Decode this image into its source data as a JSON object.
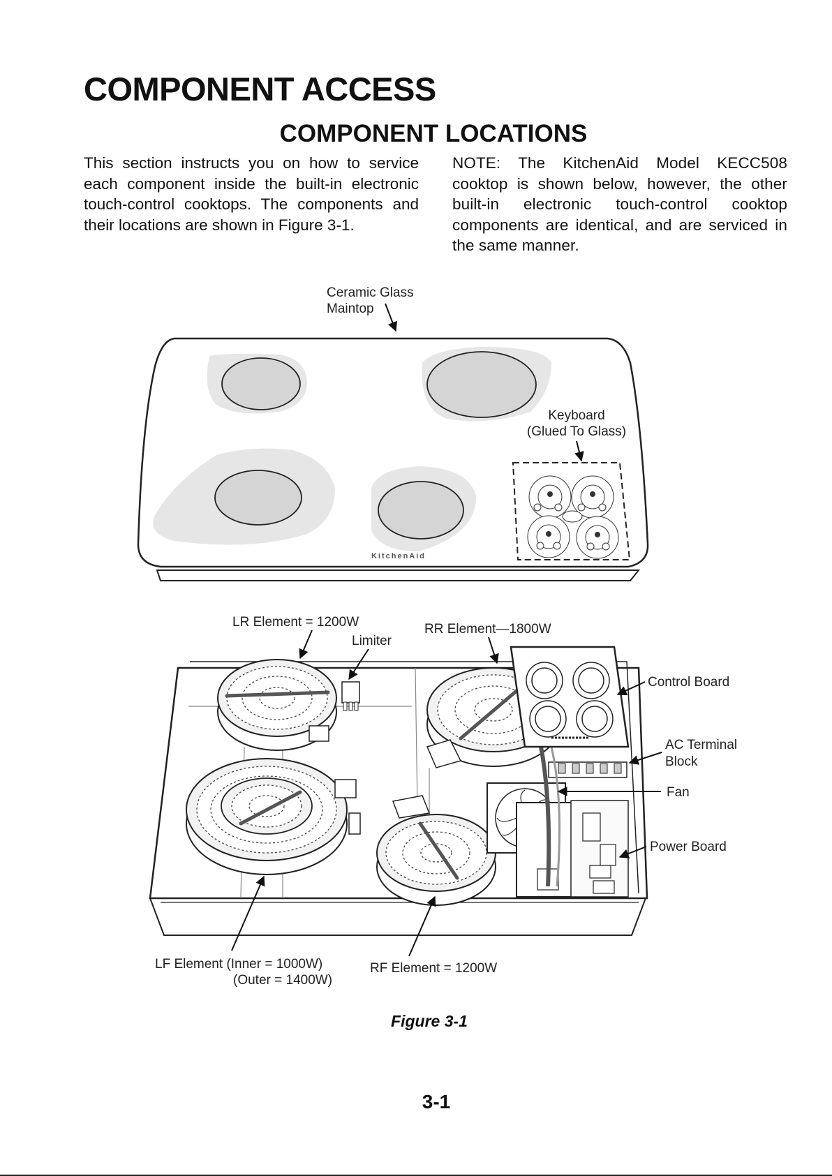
{
  "page": {
    "section_title": "COMPONENT ACCESS",
    "subsection_title": "COMPONENT LOCATIONS",
    "intro_paragraph": "This section instructs you on how to service each component inside the built-in electronic touch-control cooktops. The components and their locations are shown in Figure 3-1.",
    "note_paragraph": "NOTE: The KitchenAid Model KECC508 cooktop is shown below, however, the other built-in electronic touch-control cooktop components are identical, and are serviced in the same manner.",
    "figure_caption": "Figure 3-1",
    "page_number": "3-1"
  },
  "figure": {
    "top_view_labels": {
      "ceramic_glass_line1": "Ceramic Glass",
      "ceramic_glass_line2": "Maintop",
      "keyboard_line1": "Keyboard",
      "keyboard_line2": "(Glued To Glass)",
      "brand": "KitchenAid"
    },
    "interior_labels": {
      "lr_element": "LR Element = 1200W",
      "limiter": "Limiter",
      "rr_element": "RR Element—1800W",
      "control_board": "Control Board",
      "ac_terminal_line1": "AC Terminal",
      "ac_terminal_line2": "Block",
      "fan": "Fan",
      "power_board": "Power Board",
      "lf_element_line1": "LF Element (Inner = 1000W)",
      "lf_element_line2": "(Outer = 1400W)",
      "rf_element": "RF Element = 1200W"
    }
  }
}
